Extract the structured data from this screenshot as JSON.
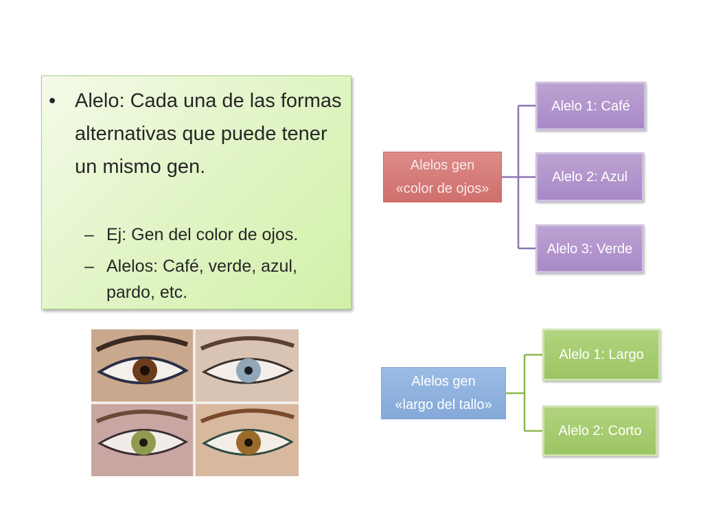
{
  "textbox": {
    "bullet_mark": "•",
    "main_bullet": "Alelo: Cada una de las formas alternativas que puede tener un mismo gen.",
    "dash_mark": "–",
    "sub_bullets": [
      "Ej: Gen del color de ojos.",
      "Alelos: Café, verde, azul, pardo, etc."
    ]
  },
  "diagram_eye_color": {
    "root": {
      "line1": "Alelos gen",
      "line2": "«color de ojos»"
    },
    "leaves": [
      "Alelo 1: Café",
      "Alelo 2: Azul",
      "Alelo 3: Verde"
    ]
  },
  "diagram_stem_length": {
    "root": {
      "line1": "Alelos gen",
      "line2": "«largo del tallo»"
    },
    "leaves": [
      "Alelo 1: Largo",
      "Alelo 2: Corto"
    ]
  },
  "colors": {
    "purple_branch": "#8e72b0",
    "green_branch": "#8bb84f",
    "iris_brown": "#6b3d1c",
    "iris_blue": "#8fa7b8",
    "iris_green": "#8f9a4e",
    "iris_hazel": "#9b6a2a"
  },
  "images": {
    "eyes_photo": {
      "icon": "eye-collage",
      "iris_colors": [
        "brown",
        "blue",
        "green",
        "hazel"
      ]
    }
  }
}
